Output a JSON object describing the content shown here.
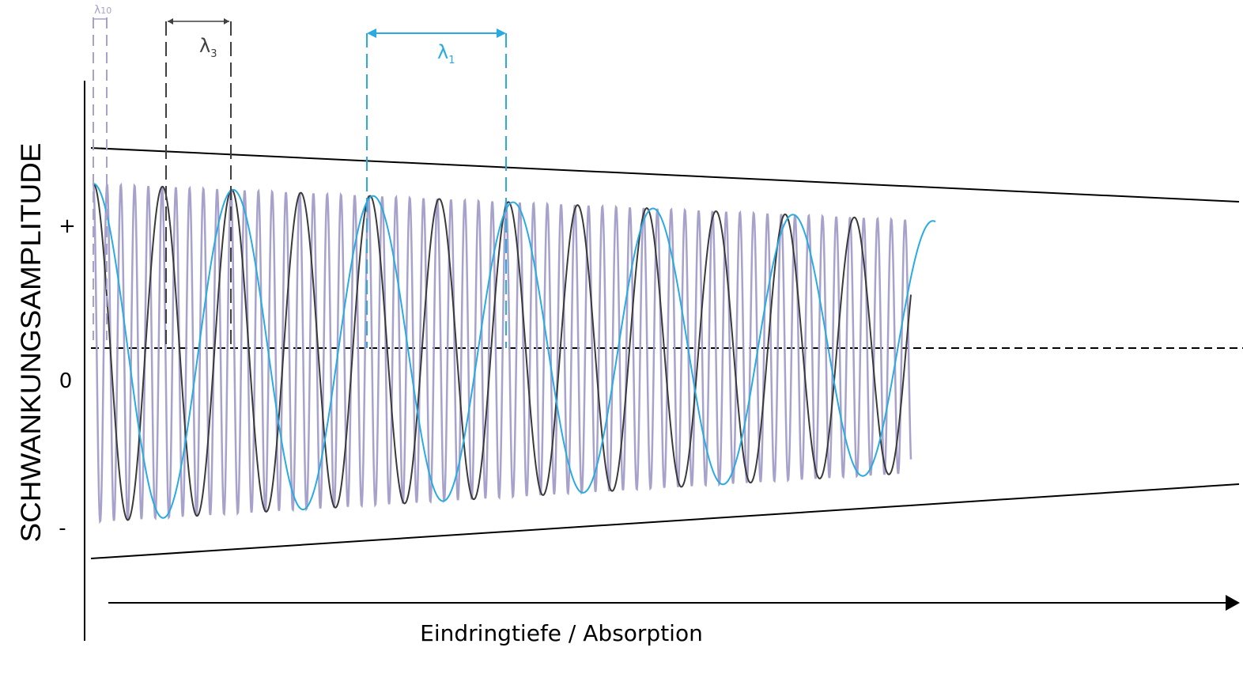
{
  "title_y": "SCHWANKUNGSAMPLITUDE",
  "title_x": "Eindringtiefe / Absorption",
  "y_ticks": {
    "plus": "+",
    "zero": "0",
    "minus": "-"
  },
  "wavelengths": [
    {
      "symbol": "λ",
      "sub": "10",
      "color": "#a7a2cc"
    },
    {
      "symbol": "λ",
      "sub": "3",
      "color": "#404040"
    },
    {
      "symbol": "λ",
      "sub": "1",
      "color": "#29abe2"
    }
  ],
  "colors": {
    "axis": "#000000",
    "envelope": "#000000",
    "wave10": "#a7a2cc",
    "wave3": "#3a3a3a",
    "wave1": "#29abe2"
  },
  "chart_data": {
    "type": "line",
    "description_series": [
      {
        "name": "λ10",
        "relative_frequency": 10
      },
      {
        "name": "λ3",
        "relative_frequency": 2
      },
      {
        "name": "λ1",
        "relative_frequency": 1
      }
    ],
    "xlabel": "Eindringtiefe / Absorption",
    "ylabel": "SCHWANKUNGSAMPLITUDE",
    "yticks": [
      "+",
      "0",
      "-"
    ]
  }
}
